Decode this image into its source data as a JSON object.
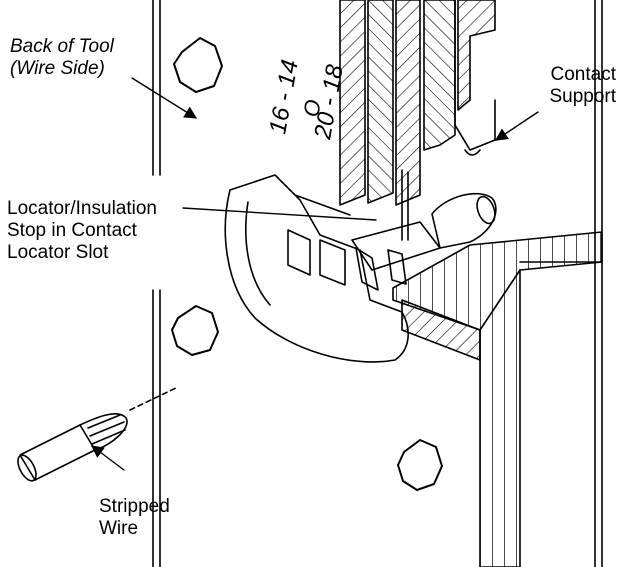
{
  "labels": {
    "back_of_tool": {
      "line1": "Back of Tool",
      "line2": "(Wire Side)"
    },
    "contact_support": {
      "line1": "Contact",
      "line2": "Support"
    },
    "locator_stop": {
      "line1": "Locator/Insulation",
      "line2": "Stop in Contact",
      "line3": "Locator Slot"
    },
    "stripped_wire": {
      "line1": "Stripped",
      "line2": "Wire"
    }
  },
  "die_markings": {
    "upper": "16 - 14",
    "middle": "O",
    "lower": "20 - 18"
  },
  "colors": {
    "line": "#000000",
    "background": "#ffffff"
  }
}
